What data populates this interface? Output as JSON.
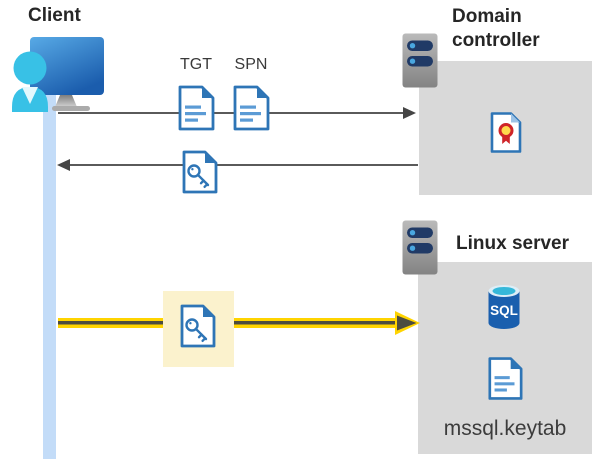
{
  "client": {
    "label": "Client"
  },
  "domain_controller": {
    "label": "Domain controller"
  },
  "linux_server": {
    "label": "Linux server",
    "sql_badge": "SQL",
    "keytab_label": "mssql.keytab"
  },
  "tickets": {
    "tgt_label": "TGT",
    "spn_label": "SPN"
  },
  "colors": {
    "accent_blue": "#2e75b6",
    "doc_line_blue": "#5b9bd5",
    "person_cyan": "#38c1e6",
    "monitor_blue_light": "#58aae6",
    "monitor_blue_dark": "#1b5dad",
    "timeline_bar_blue": "#c3dcf8",
    "panel_gray": "#d9d9d9",
    "arrow_gray": "#5a5a5a",
    "yellow_arrow": "#ffd400",
    "yellow_arrow_core": "#4c4c40",
    "highlight_yellow": "#fbf2cd",
    "server_pill_navy": "#203a66",
    "server_dot_blue": "#49a7e0",
    "sql_body_blue": "#1a5fae",
    "sql_top_cyan": "#36b8d9",
    "cert_red": "#cf2428",
    "cert_gold": "#ffd94d"
  }
}
